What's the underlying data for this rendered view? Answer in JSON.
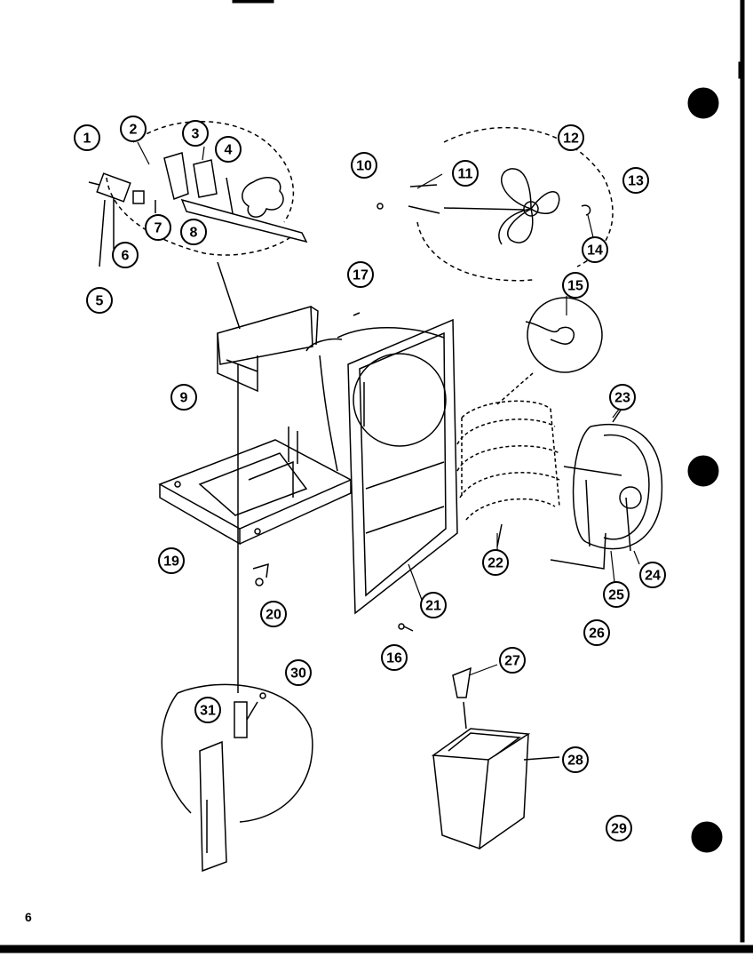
{
  "page": {
    "number": "6"
  },
  "callouts": [
    {
      "id": "1",
      "label": "1"
    },
    {
      "id": "2",
      "label": "2"
    },
    {
      "id": "3",
      "label": "3"
    },
    {
      "id": "4",
      "label": "4"
    },
    {
      "id": "5",
      "label": "5"
    },
    {
      "id": "6",
      "label": "6"
    },
    {
      "id": "7",
      "label": "7"
    },
    {
      "id": "8",
      "label": "8"
    },
    {
      "id": "9",
      "label": "9"
    },
    {
      "id": "10",
      "label": "10"
    },
    {
      "id": "11",
      "label": "11"
    },
    {
      "id": "12",
      "label": "12"
    },
    {
      "id": "13",
      "label": "13"
    },
    {
      "id": "14",
      "label": "14"
    },
    {
      "id": "15",
      "label": "15"
    },
    {
      "id": "16",
      "label": "16"
    },
    {
      "id": "17",
      "label": "17"
    },
    {
      "id": "19",
      "label": "19"
    },
    {
      "id": "20",
      "label": "20"
    },
    {
      "id": "21",
      "label": "21"
    },
    {
      "id": "22",
      "label": "22"
    },
    {
      "id": "23",
      "label": "23"
    },
    {
      "id": "24",
      "label": "24"
    },
    {
      "id": "25",
      "label": "25"
    },
    {
      "id": "26",
      "label": "26"
    },
    {
      "id": "27",
      "label": "27"
    },
    {
      "id": "28",
      "label": "28"
    },
    {
      "id": "29",
      "label": "29"
    },
    {
      "id": "30",
      "label": "30"
    },
    {
      "id": "31",
      "label": "31"
    }
  ],
  "colors": {
    "ink": "#000000",
    "paper": "#ffffff"
  }
}
